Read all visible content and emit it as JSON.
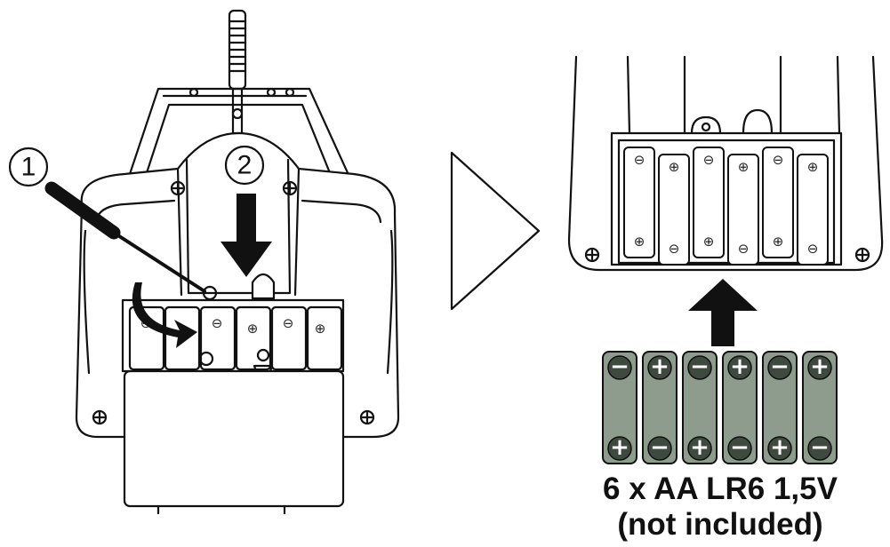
{
  "steps": {
    "one": "1",
    "two": "2"
  },
  "signs": {
    "minus": "⊖",
    "plus": "⊕",
    "minus_plain": "−",
    "plus_plain": "+"
  },
  "caption": {
    "line1": "6 x AA LR6 1,5V",
    "line2": "(not included)"
  },
  "colors": {
    "line": "#111111",
    "arrow": "#111111",
    "battery_fill": "#8d9c8d",
    "battery_dark": "#3f4a3f"
  }
}
